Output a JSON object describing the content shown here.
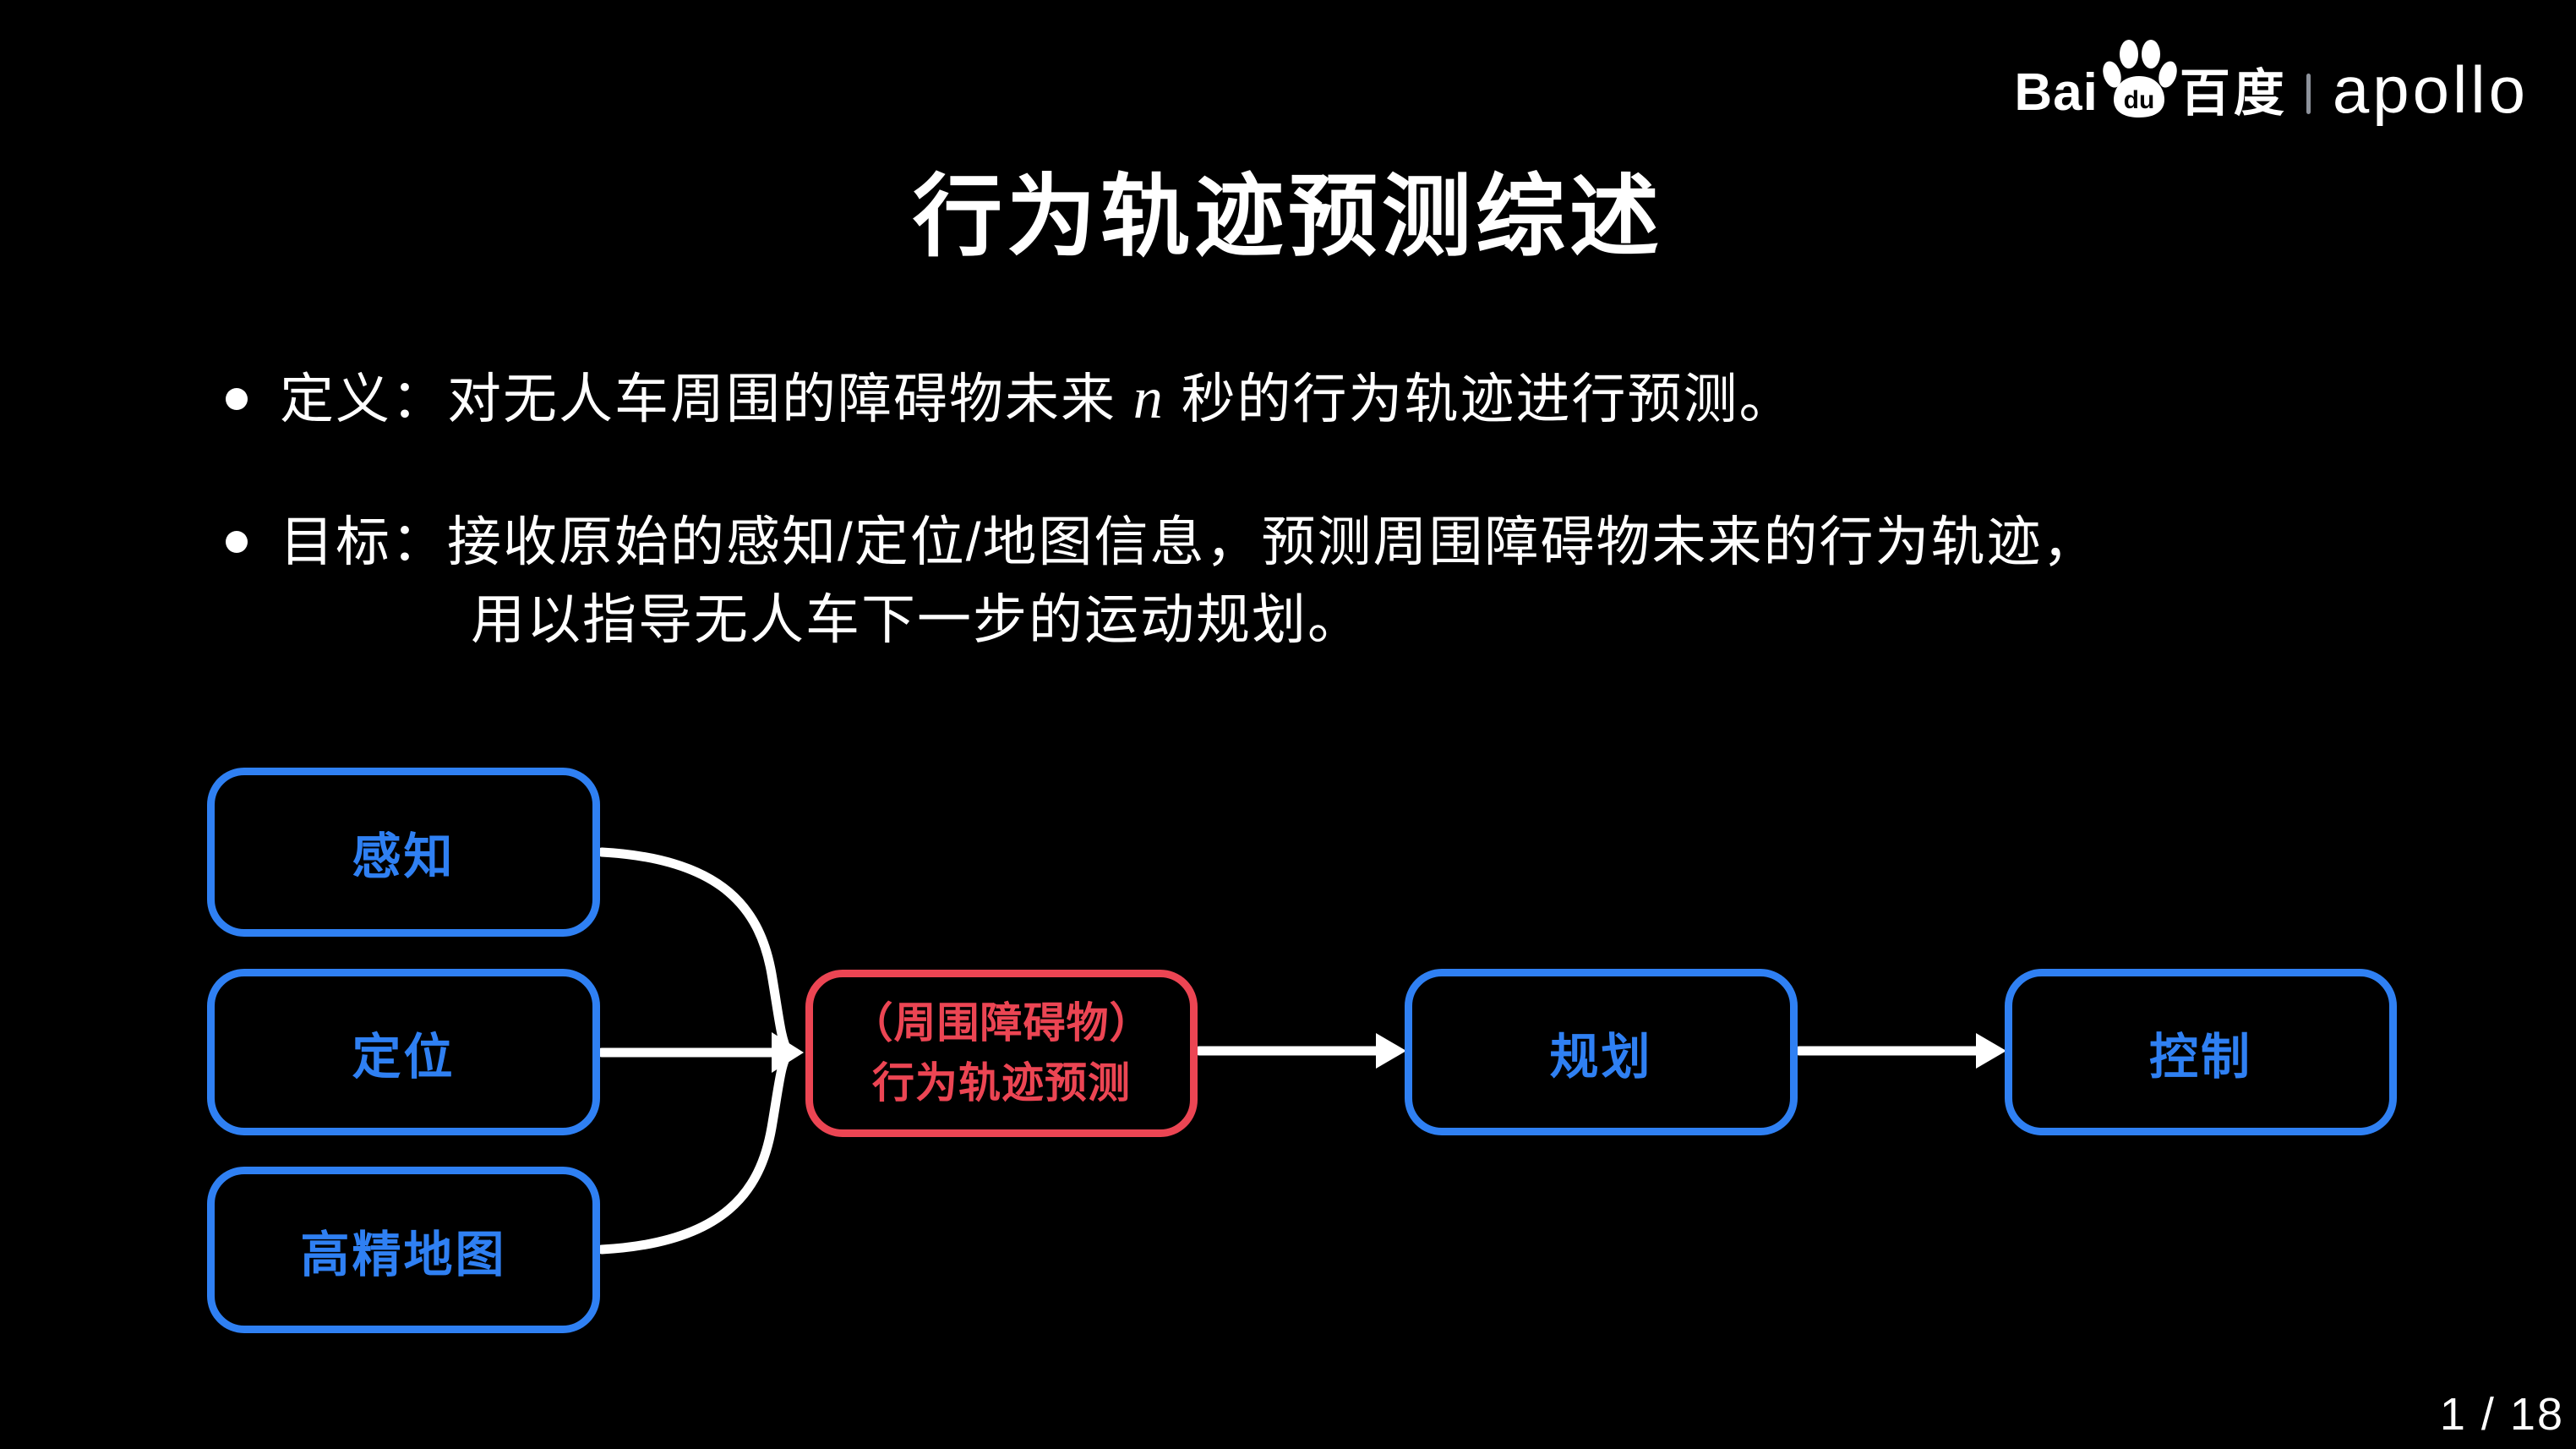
{
  "brand": {
    "bai": "Bai",
    "du": "du",
    "baidu_cn": "百度",
    "apollo": "apollo"
  },
  "title": "行为轨迹预测综述",
  "bullets": {
    "definition": {
      "prefix": "定义：对无人车周围的障碍物未来 ",
      "math_var": "n",
      "suffix": " 秒的行为轨迹进行预测。"
    },
    "goal": {
      "line1": "目标：接收原始的感知/定位/地图信息，预测周围障碍物未来的行为轨迹，",
      "line2": "用以指导无人车下一步的运动规划。"
    }
  },
  "diagram": {
    "inputs": [
      {
        "id": "perception",
        "label": "感知"
      },
      {
        "id": "localization",
        "label": "定位"
      },
      {
        "id": "hdmap",
        "label": "高精地图"
      }
    ],
    "prediction": {
      "line1": "（周围障碍物）",
      "line2": "行为轨迹预测"
    },
    "downstream": [
      {
        "id": "planning",
        "label": "规划"
      },
      {
        "id": "control",
        "label": "控制"
      }
    ],
    "colors": {
      "input_blue": "#2F80F3",
      "prediction_red": "#EC4553",
      "arrow_white": "#FFFFFF"
    }
  },
  "footer": {
    "page_indicator": "1 / 18"
  }
}
